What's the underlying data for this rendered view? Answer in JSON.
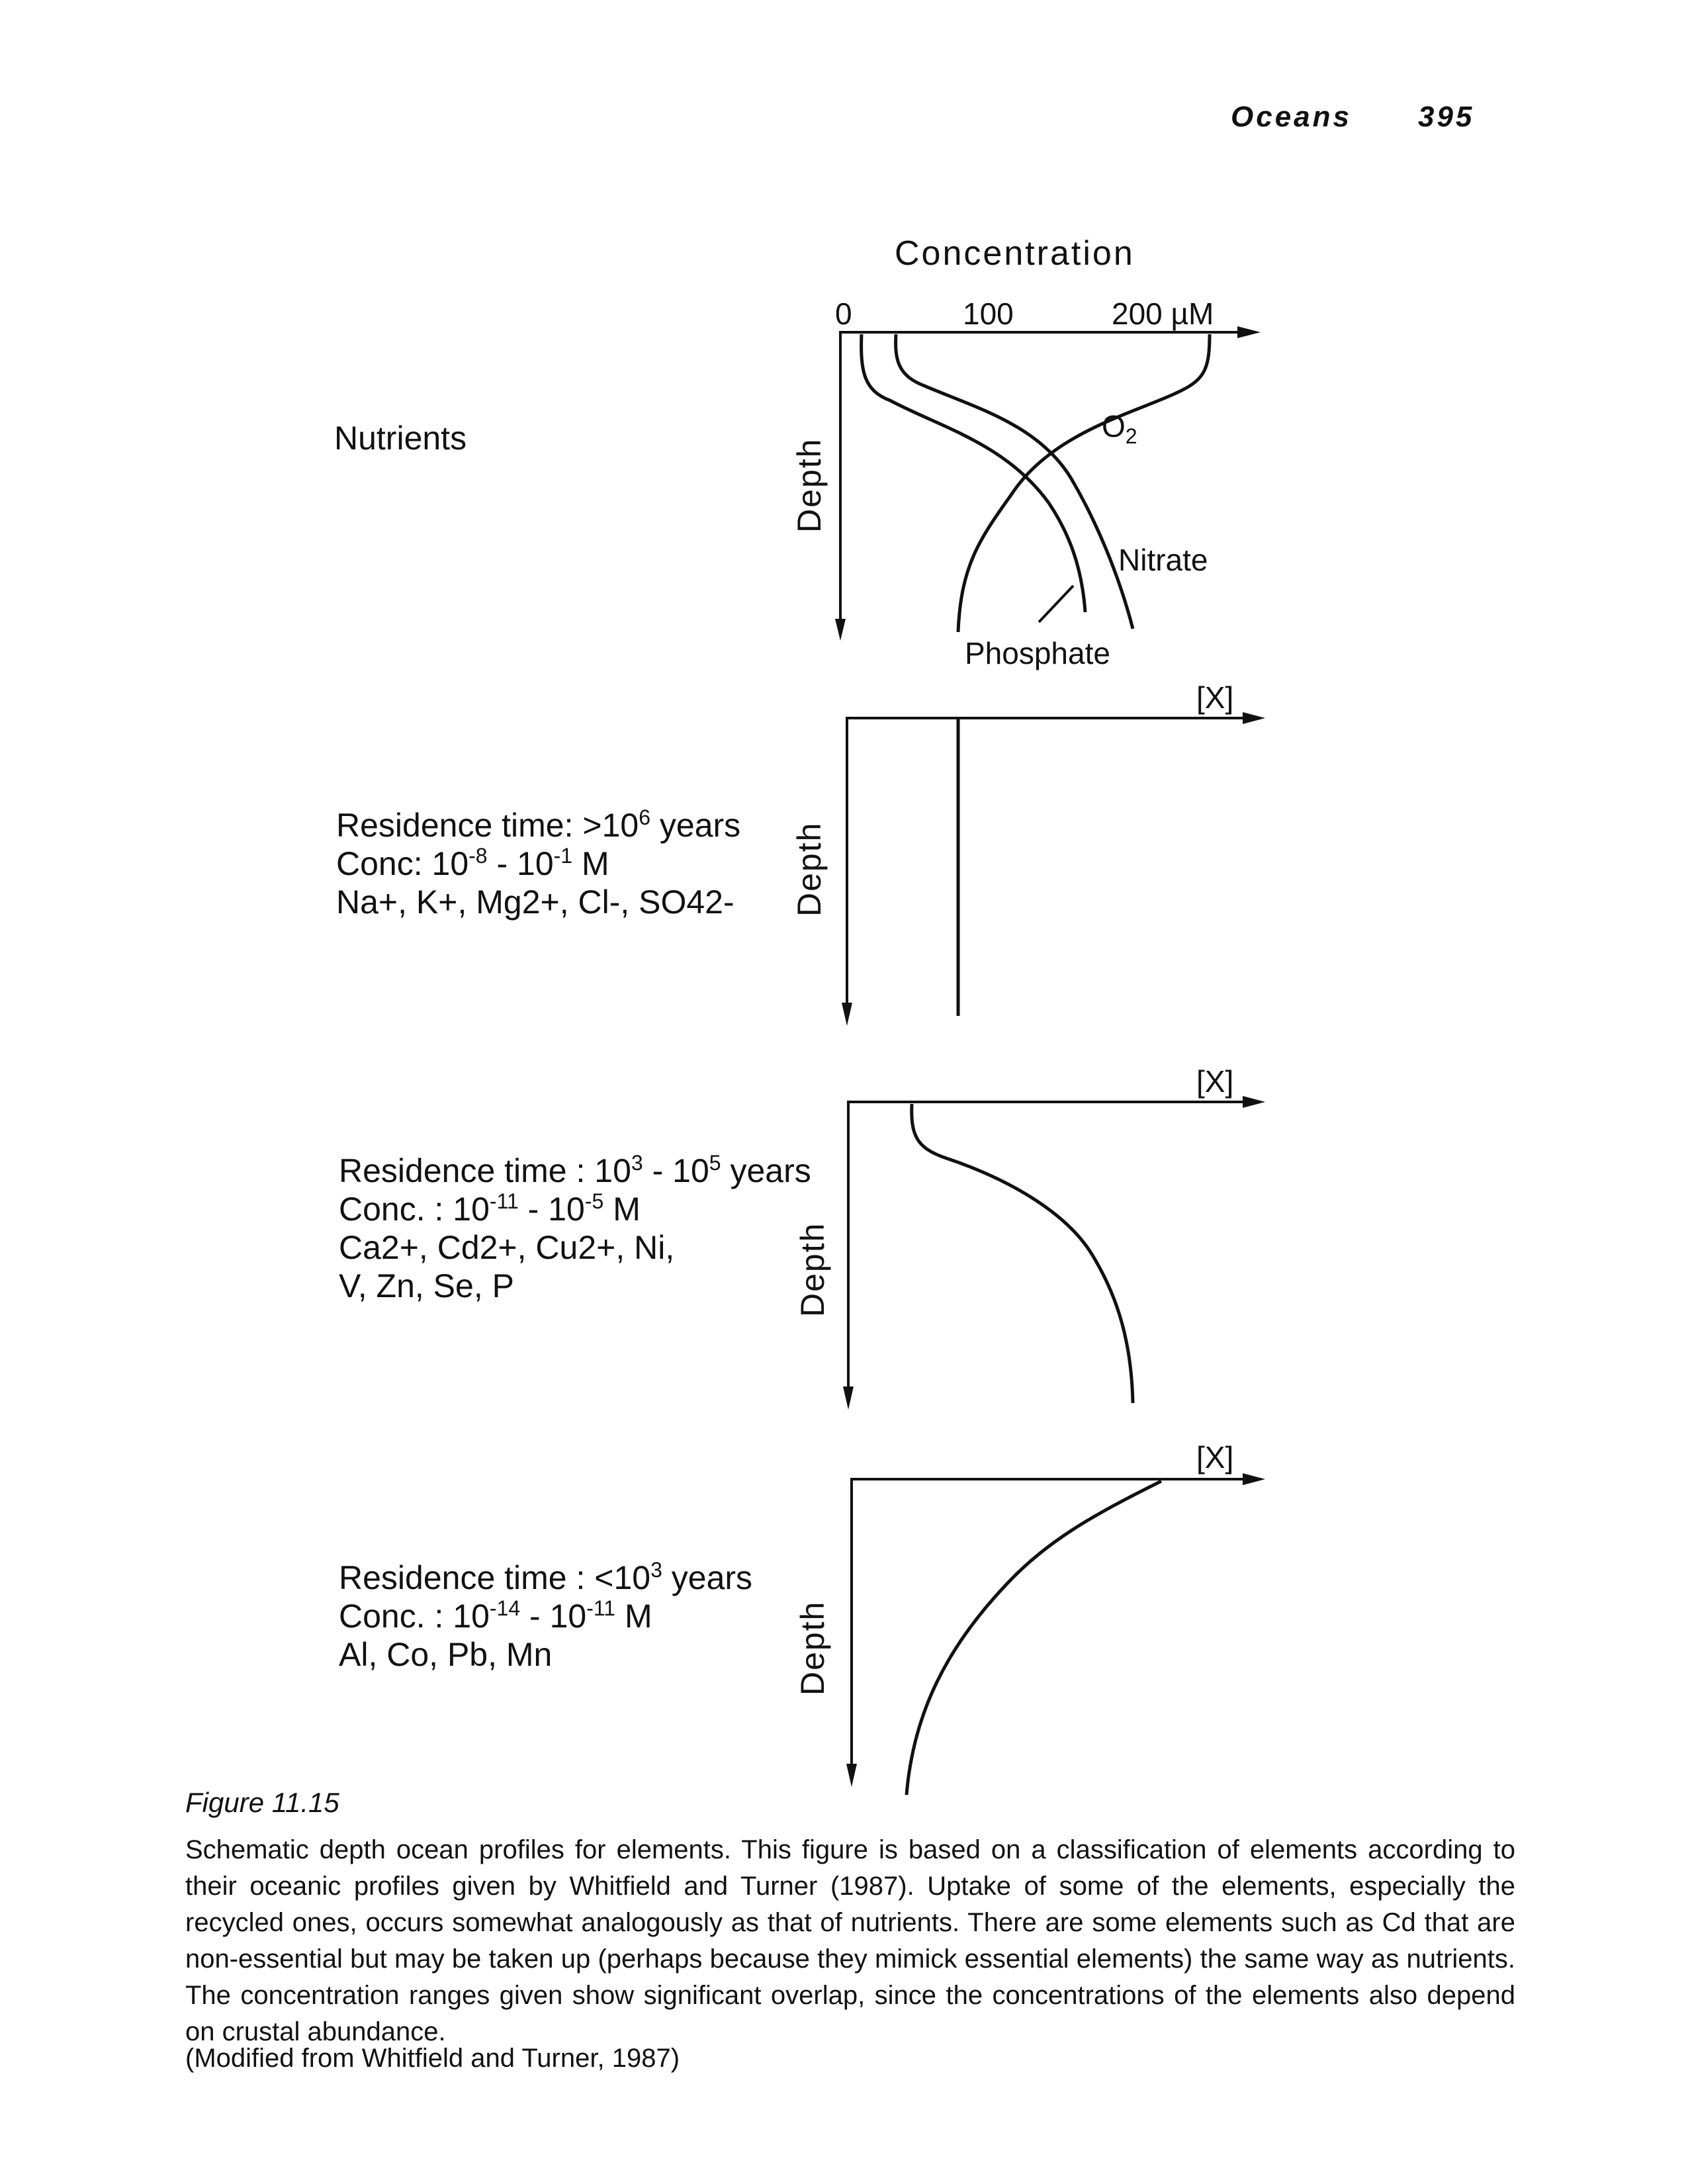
{
  "header": {
    "section": "Oceans",
    "page_number": "395"
  },
  "panels": {
    "nutrients": {
      "label": "Nutrients",
      "axis_title": "Concentration",
      "ticks": [
        "0",
        "100",
        "200 µM"
      ],
      "depth_label": "Depth",
      "curve_labels": {
        "oxygen": "O",
        "oxygen_sub": "2",
        "nitrate": "Nitrate",
        "phosphate": "Phosphate"
      }
    },
    "conservative": {
      "residence": "Residence time: >10",
      "residence_exp": "6",
      "residence_unit": " years",
      "conc_prefix": "Conc:  10",
      "conc_exp1": "-8",
      "conc_mid": " - 10",
      "conc_exp2": "-1",
      "conc_unit": " M",
      "elements": "Na+, K+, Mg2+, Cl-, SO42-",
      "axis_label": "[X]",
      "depth_label": "Depth"
    },
    "recycled": {
      "residence": "Residence time : 10",
      "residence_exp1": "3",
      "residence_mid": " - 10",
      "residence_exp2": "5",
      "residence_unit": " years",
      "conc_prefix": "Conc. : 10",
      "conc_exp1": "-11",
      "conc_mid": " - 10",
      "conc_exp2": "-5",
      "conc_unit": " M",
      "elements_line1": "Ca2+, Cd2+, Cu2+, Ni,",
      "elements_line2": "V, Zn, Se, P",
      "axis_label": "[X]",
      "depth_label": "Depth"
    },
    "scavenged": {
      "residence": "Residence time : <10",
      "residence_exp": "3",
      "residence_unit": "  years",
      "conc_prefix": "Conc. : 10",
      "conc_exp1": "-14",
      "conc_mid": " - 10",
      "conc_exp2": "-11",
      "conc_unit": " M",
      "elements": "Al, Co, Pb, Mn",
      "axis_label": "[X]",
      "depth_label": "Depth"
    }
  },
  "figure": {
    "label": "Figure 11.15",
    "caption": "Schematic depth ocean profiles for elements. This figure is based on a classification of elements according to their oceanic profiles given by Whitfield and Turner (1987). Uptake of some of the elements, especially the recycled ones, occurs somewhat analogously as that of nutrients. There are some elements such as Cd that are non-essential but may be taken up (perhaps because they mimick essential elements) the same way as nutrients. The concentration ranges given show significant overlap, since the concentrations of the elements also depend on crustal abundance.",
    "credit": "(Modified from Whitfield and Turner, 1987)"
  }
}
